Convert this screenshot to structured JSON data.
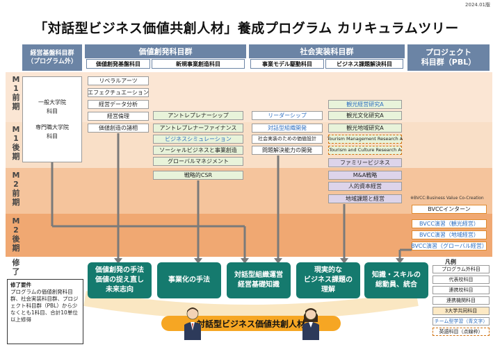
{
  "version": "2024.01版",
  "title": "「対話型ビジネス価値共創人材」養成プログラム カリキュラムツリー",
  "headers": {
    "mgmt": "経営基盤科目群\n（プログラム外）",
    "value": "価値創発科目群",
    "value_sub1": "価値創発基盤科目",
    "value_sub2": "新規事業創造科目",
    "social": "社会実装科目群",
    "social_sub1": "事業モデル駆動科目",
    "social_sub2": "ビジネス課題解決科目",
    "pbl": "プロジェクト\n科目群（PBL）"
  },
  "terms": [
    "M\n1\n前\n期",
    "M\n1\n後\n期",
    "M\n2\n前\n期",
    "M\n2\n後\n期",
    "修\n了"
  ],
  "mgmt_box": {
    "line1": "一般大学院",
    "line2": "科目",
    "line3": "専門職大学院",
    "line4": "科目"
  },
  "courses": {
    "liberal_arts": "リベラルアーツ",
    "effectuation": "エフェクチュエーション",
    "data_analysis": "経営データ分析",
    "ethics": "経営倫理",
    "value_creation_methods": "価値創造の諸相",
    "entrepreneurship": "アントレプレナーシップ",
    "entrepreneur_finance": "アントレプレナーファイナンス",
    "biz_simulation": "ビジネスシミュレーション",
    "social_biz": "ソーシャルビジネスと事業創造",
    "global_mgmt": "グローバルマネジメント",
    "strategic_csr": "戦略的CSR",
    "leadership": "リーダーシップ",
    "org_development": "対話型組織開発",
    "value_design": "社会実装のための価値設計",
    "problem_solving": "問題解決能力の開発",
    "tourism_mgmt_a": "観光経営研究A",
    "tourism_culture_a": "観光文化研究A",
    "tourism_region_a": "観光地域研究A",
    "tmr_a": "Tourism Management Research A",
    "tcr_a": "Tourism and Culture Research A",
    "family_biz": "ファミリービジネス",
    "ma_strategy": "M&A戦略",
    "human_capital": "人的資本経営",
    "regional_issues": "地域課題と経営",
    "bvcc_intern": "BVCCインターン",
    "bvcc_tour": "BVCC演習（観光経営）",
    "bvcc_region": "BVCC演習（地域経営）",
    "bvcc_global": "BVCC演習（グローバル経営）"
  },
  "bvcc_note": "※BVCC:Business Value Co-Creation",
  "outcomes": [
    "価値創発の手法\n価値の捉え直し\n未来志向",
    "事業化の手法",
    "対話型組織運営\n経営基礎知識",
    "現実的な\nビジネス課題の\n理解",
    "知識・スキルの\n総動員、統合"
  ],
  "completion": {
    "heading": "修了要件",
    "text": "プログラムの価値創発科目群、社会実装科目群、プロジェクト科目群（PBL）から少なくとも1科目、合計10単位以上修得"
  },
  "final_banner": "対話型ビジネス価値共創人材",
  "legend": {
    "heading": "凡例",
    "items": [
      "プログラム外科目",
      "代表校科目",
      "連携校科目",
      "連携機関科目",
      "3大学共同科目",
      "チーム型学習（青文字）",
      "英語科目（点線枠）"
    ]
  },
  "colors": {
    "header": "#6b84a5",
    "outcome": "#157a6e",
    "banner": "#f6a623",
    "green_course": "#e8f3da",
    "purple_course": "#ddd4ea",
    "blue_text": "#2e6fc0"
  }
}
